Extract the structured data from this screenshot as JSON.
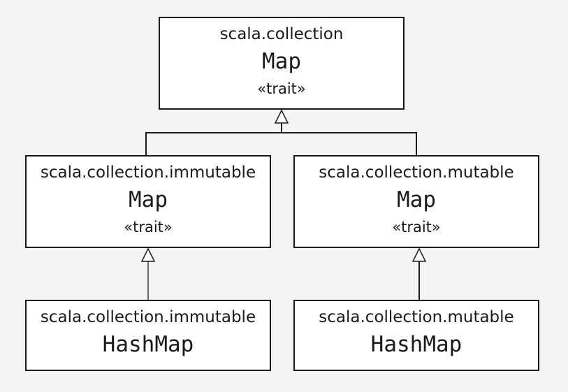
{
  "diagram": {
    "nodes": [
      {
        "id": "collection-map",
        "package": "scala.collection",
        "name": "Map",
        "stereotype": "«trait»"
      },
      {
        "id": "immutable-map",
        "package": "scala.collection.immutable",
        "name": "Map",
        "stereotype": "«trait»"
      },
      {
        "id": "mutable-map",
        "package": "scala.collection.mutable",
        "name": "Map",
        "stereotype": "«trait»"
      },
      {
        "id": "immutable-hashmap",
        "package": "scala.collection.immutable",
        "name": "HashMap"
      },
      {
        "id": "mutable-hashmap",
        "package": "scala.collection.mutable",
        "name": "HashMap"
      }
    ],
    "edges": [
      {
        "from": "immutable-map",
        "to": "collection-map",
        "type": "inheritance"
      },
      {
        "from": "mutable-map",
        "to": "collection-map",
        "type": "inheritance"
      },
      {
        "from": "immutable-hashmap",
        "to": "immutable-map",
        "type": "inheritance"
      },
      {
        "from": "mutable-hashmap",
        "to": "mutable-map",
        "type": "inheritance"
      }
    ]
  }
}
